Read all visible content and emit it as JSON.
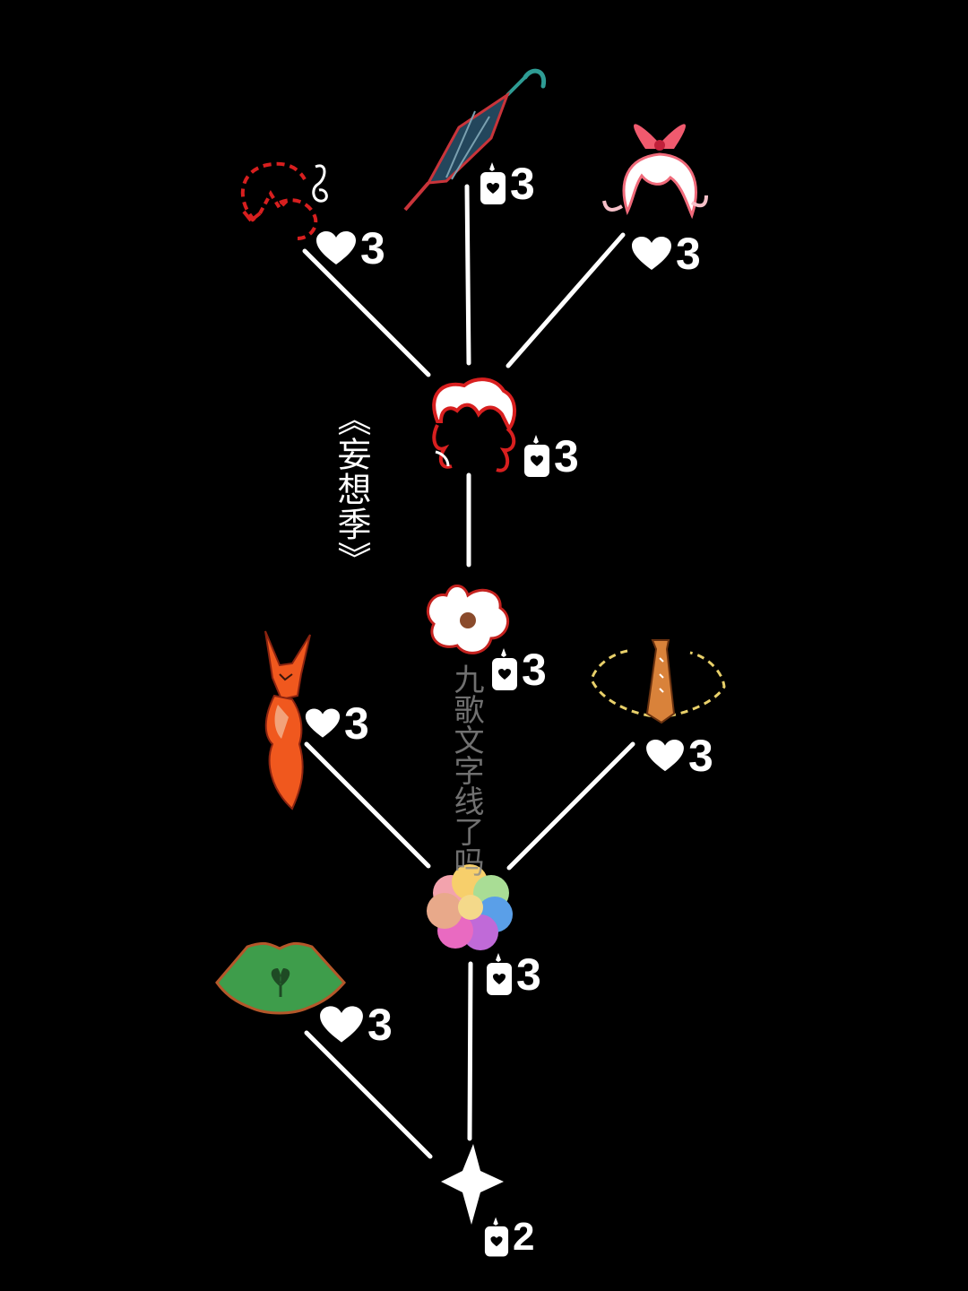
{
  "season_title": "《妄想季》",
  "watermark": "九歌文字线了吗",
  "currencies": {
    "heart": "heart-icon",
    "candle": "candle-icon"
  },
  "nodes": [
    {
      "id": "music-emote",
      "icon": "music-note-emote-icon",
      "currency": "heart",
      "cost": "3"
    },
    {
      "id": "umbrella",
      "icon": "umbrella-icon",
      "currency": "candle",
      "cost": "3"
    },
    {
      "id": "bow-hair",
      "icon": "bow-hairstyle-icon",
      "currency": "heart",
      "cost": "3"
    },
    {
      "id": "curly-hair",
      "icon": "curly-hairstyle-icon",
      "currency": "candle",
      "cost": "3"
    },
    {
      "id": "flower-accessory",
      "icon": "white-flower-icon",
      "currency": "candle",
      "cost": "3"
    },
    {
      "id": "fox-prop",
      "icon": "fox-icon",
      "currency": "heart",
      "cost": "3"
    },
    {
      "id": "cape",
      "icon": "cape-icon",
      "currency": "heart",
      "cost": "3"
    },
    {
      "id": "rainbow-flower",
      "icon": "rainbow-flower-icon",
      "currency": "candle",
      "cost": "3"
    },
    {
      "id": "leaf-cape",
      "icon": "leaf-cape-icon",
      "currency": "heart",
      "cost": "3"
    },
    {
      "id": "star-spirit",
      "icon": "star-spirit-icon",
      "currency": "candle",
      "cost": "2"
    }
  ],
  "colors": {
    "background": "#000000",
    "line": "#ffffff",
    "red": "#d81f1f",
    "fox": "#f0581e",
    "leaf": "#3e9d4b",
    "cape_trim": "#e8d06a"
  }
}
